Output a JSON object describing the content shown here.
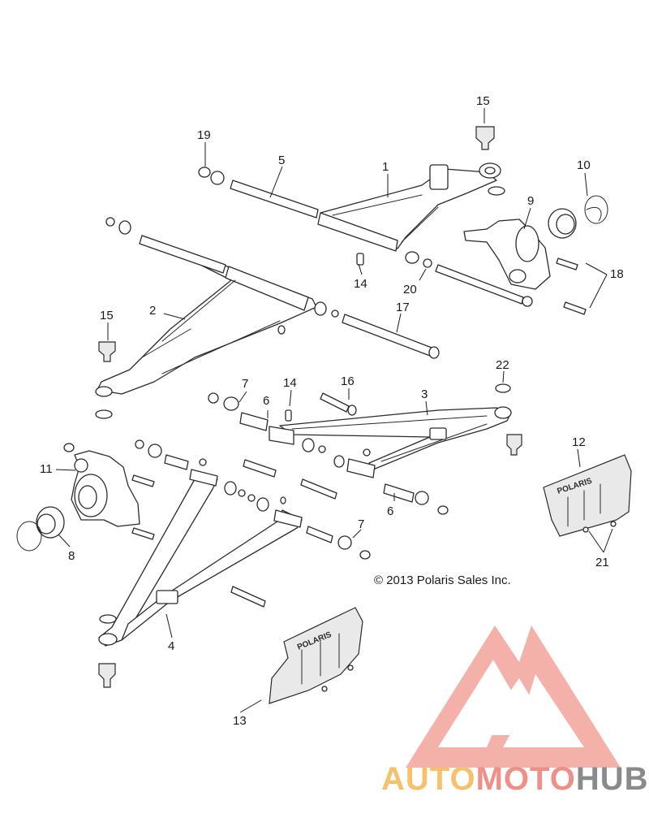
{
  "diagram": {
    "copyright": "© 2013 Polaris Sales Inc.",
    "brand_on_guard": "POLARIS",
    "callouts": [
      {
        "id": "c1",
        "label": "1"
      },
      {
        "id": "c2",
        "label": "2"
      },
      {
        "id": "c3",
        "label": "3"
      },
      {
        "id": "c4",
        "label": "4"
      },
      {
        "id": "c5",
        "label": "5"
      },
      {
        "id": "c6a",
        "label": "6"
      },
      {
        "id": "c6b",
        "label": "6"
      },
      {
        "id": "c7a",
        "label": "7"
      },
      {
        "id": "c7b",
        "label": "7"
      },
      {
        "id": "c8",
        "label": "8"
      },
      {
        "id": "c9",
        "label": "9"
      },
      {
        "id": "c10",
        "label": "10"
      },
      {
        "id": "c11",
        "label": "11"
      },
      {
        "id": "c12",
        "label": "12"
      },
      {
        "id": "c13",
        "label": "13"
      },
      {
        "id": "c14a",
        "label": "14"
      },
      {
        "id": "c14b",
        "label": "14"
      },
      {
        "id": "c15a",
        "label": "15"
      },
      {
        "id": "c15b",
        "label": "15"
      },
      {
        "id": "c16",
        "label": "16"
      },
      {
        "id": "c17",
        "label": "17"
      },
      {
        "id": "c18",
        "label": "18"
      },
      {
        "id": "c19",
        "label": "19"
      },
      {
        "id": "c20",
        "label": "20"
      },
      {
        "id": "c21",
        "label": "21"
      },
      {
        "id": "c22",
        "label": "22"
      }
    ]
  },
  "watermark": {
    "part1": "AUTO",
    "part2": "MOTO",
    "part3": "HUB",
    "color1": "#f5c26b",
    "color2": "#f08f88",
    "color3": "#8a8a8a",
    "logo_color": "#f3a49c"
  }
}
